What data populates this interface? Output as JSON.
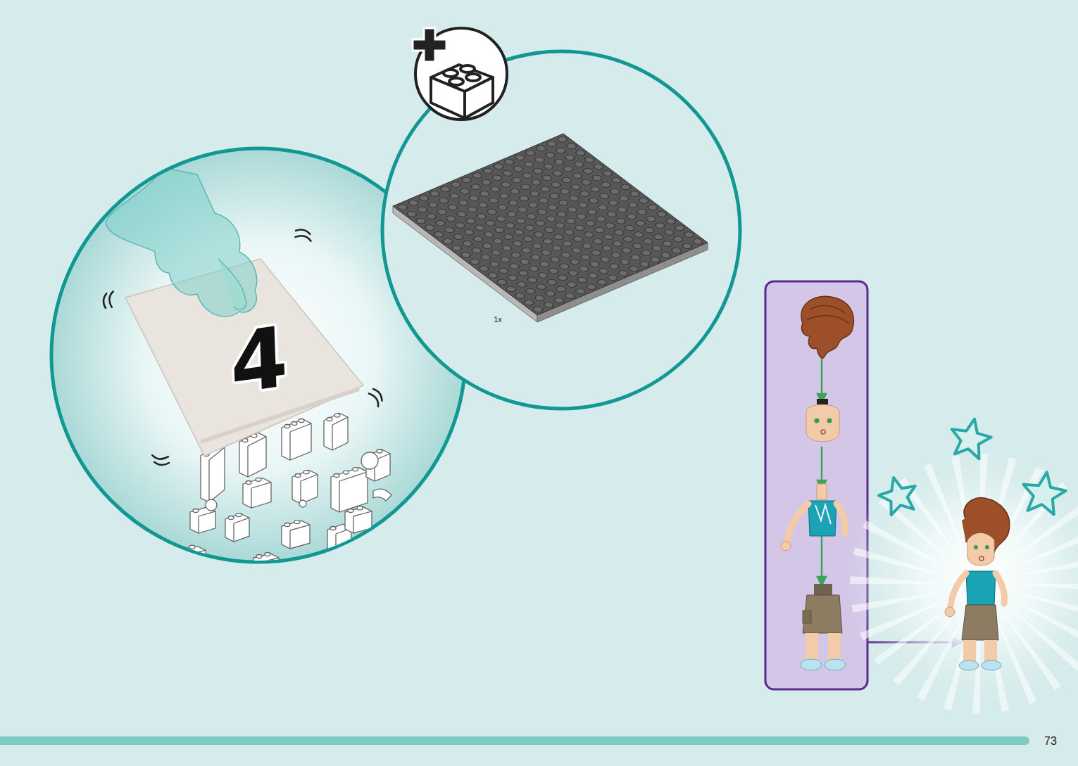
{
  "diagram": {
    "nodes": [
      {
        "text": [
          "4"
        ]
      },
      {
        "text": [
          "1x"
        ]
      }
    ],
    "labels": [
      "73"
    ]
  }
}
